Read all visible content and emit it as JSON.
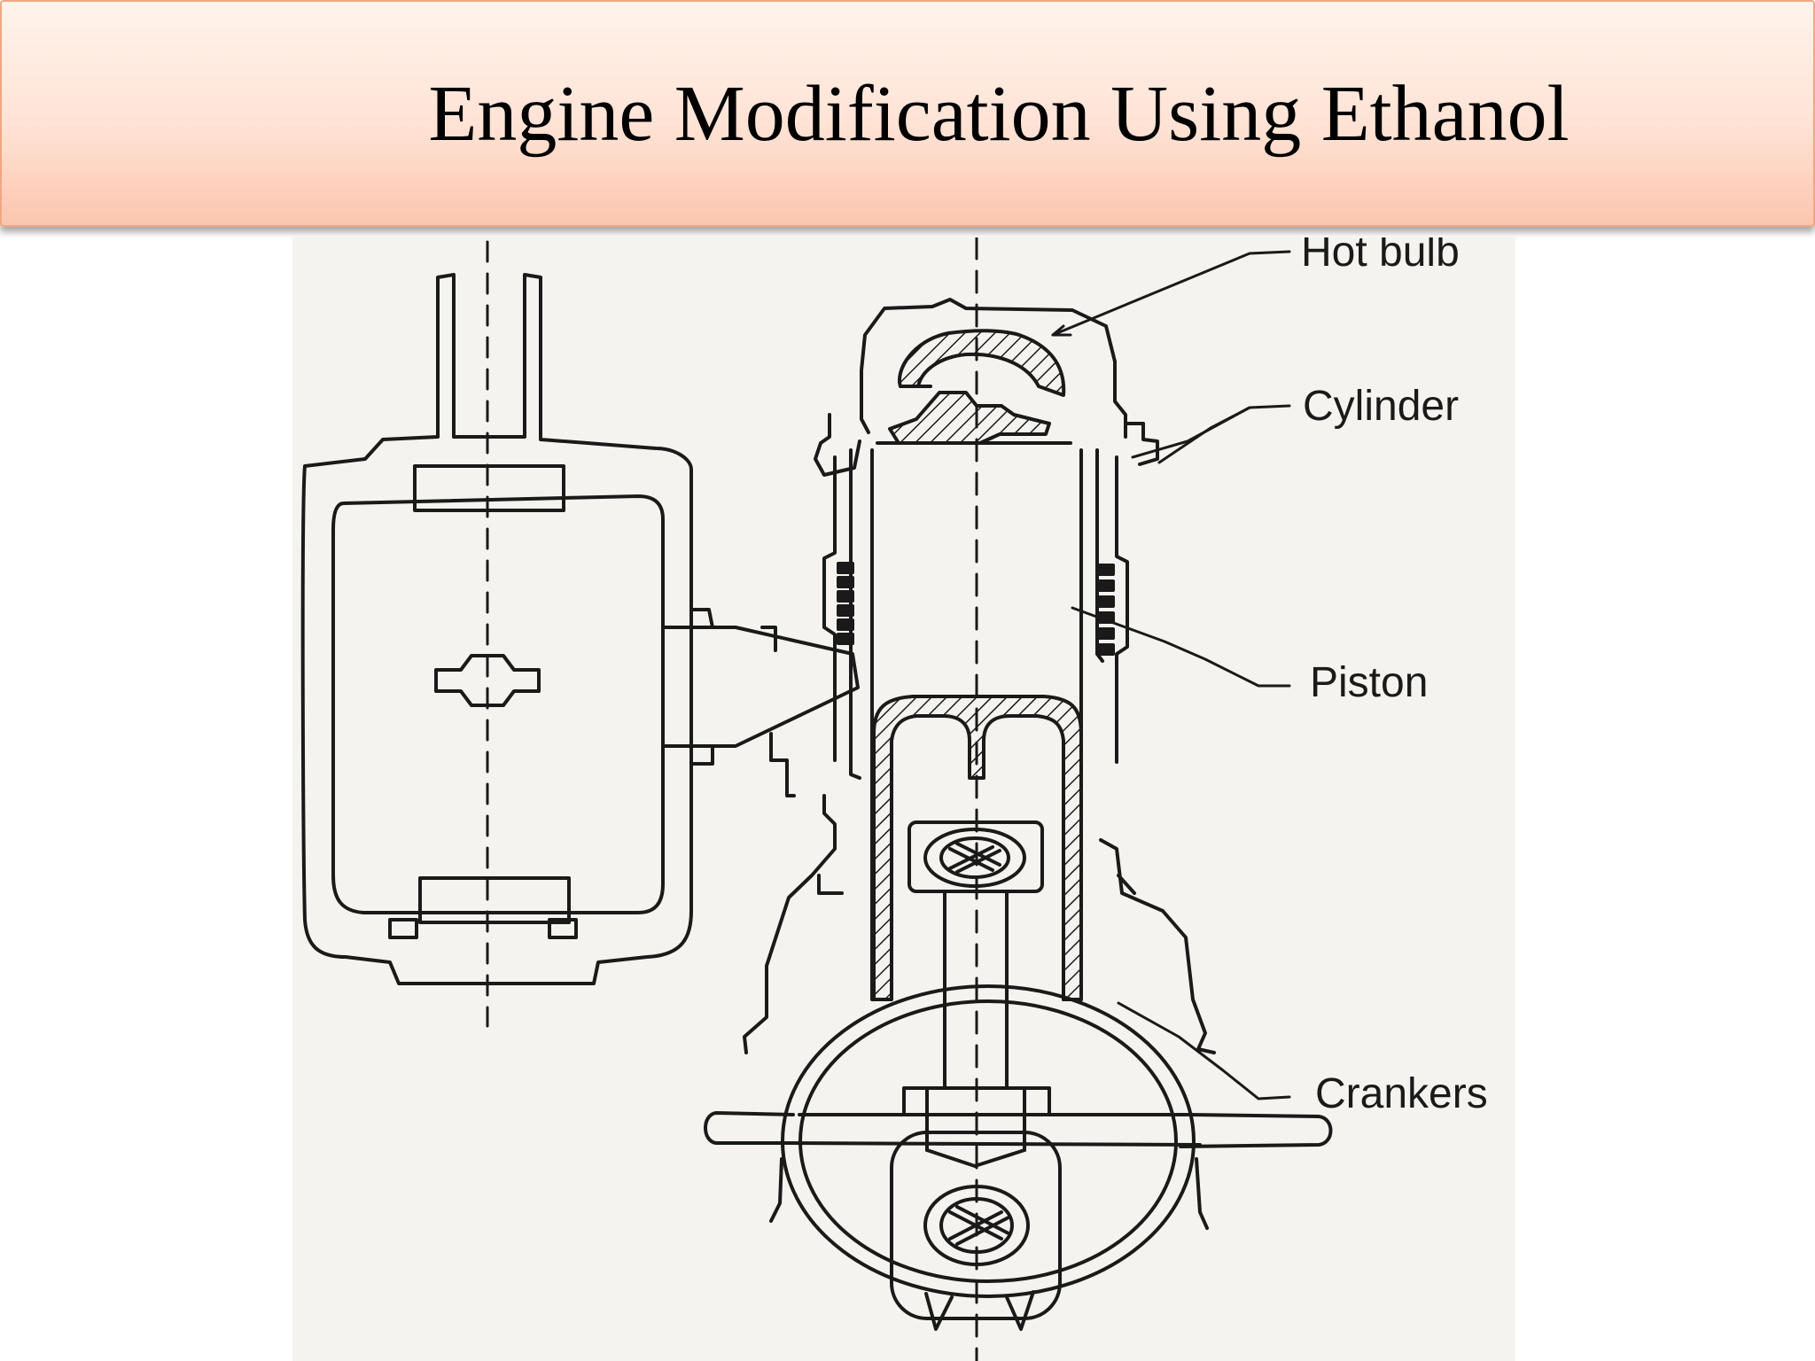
{
  "title": "Engine Modification Using Ethanol",
  "diagram": {
    "labels": {
      "hot_bulb": "Hot bulb",
      "cylinder": "Cylinder",
      "piston": "Piston",
      "crankers": "Crankers"
    }
  },
  "colors": {
    "title_bar_top": "#fff3ec",
    "title_bar_bottom": "#fcc5ad",
    "title_bar_border": "#f0a784",
    "line": "#1a1a1a",
    "paper": "#f4f3ef"
  }
}
